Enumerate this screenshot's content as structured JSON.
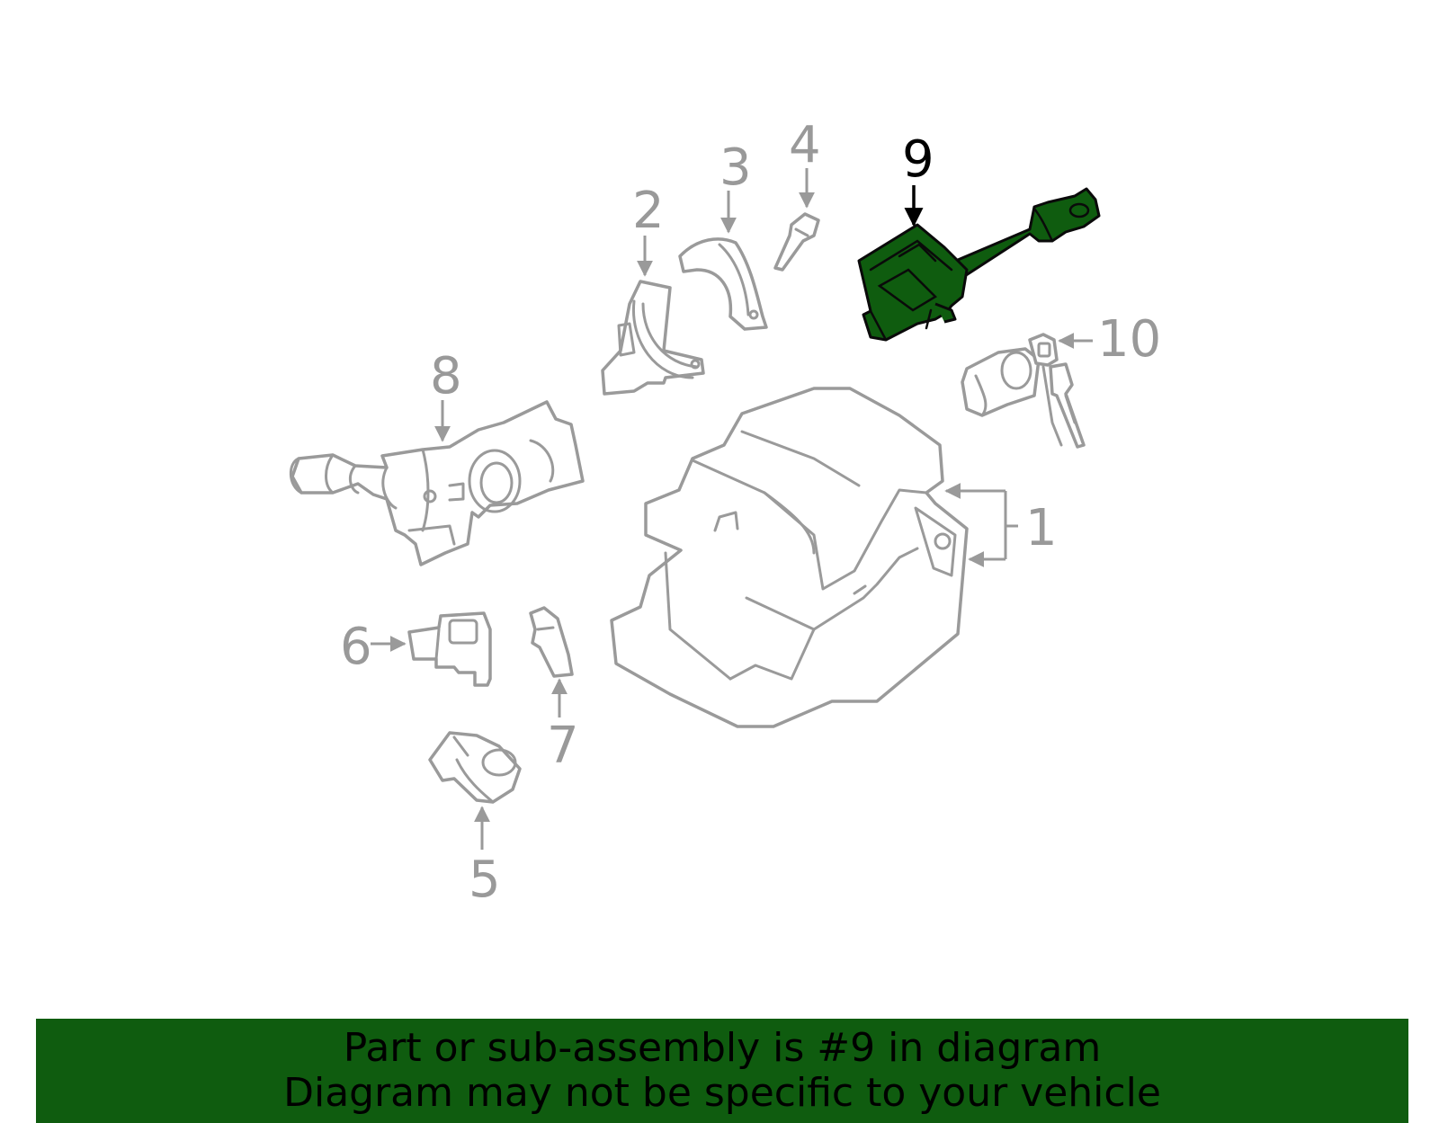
{
  "callouts": {
    "c1": "1",
    "c2": "2",
    "c3": "3",
    "c4": "4",
    "c5": "5",
    "c6": "6",
    "c7": "7",
    "c8": "8",
    "c9": "9",
    "c10": "10"
  },
  "highlight_part": "9",
  "colors": {
    "highlight": "#0f5c0f",
    "line": "#9a9a9a",
    "banner": "#0f5c0f"
  },
  "banner": {
    "line1": "Part or sub-assembly is #9 in diagram",
    "line2": "Diagram may not be specific to your vehicle"
  }
}
